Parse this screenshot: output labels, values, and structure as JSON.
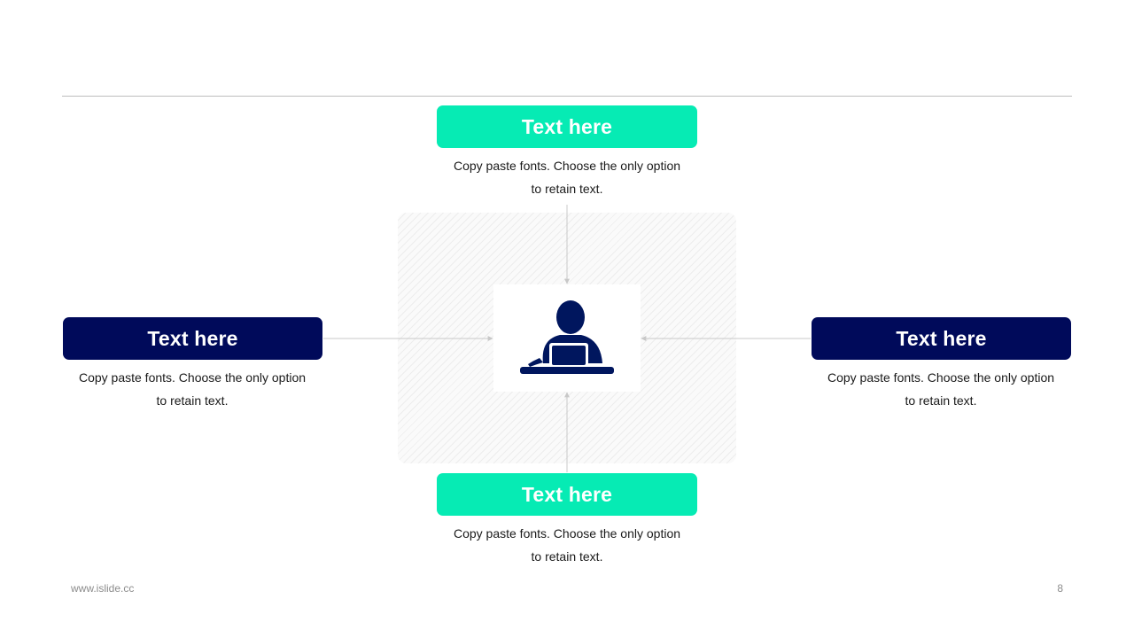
{
  "slide": {
    "footer_url": "www.islide.cc",
    "page_number": "8"
  },
  "colors": {
    "teal": "#06ebb4",
    "navy": "#000a5a",
    "icon": "#00165e",
    "connector": "#c8c8c8"
  },
  "center": {
    "icon": "person-at-laptop-icon"
  },
  "nodes": {
    "top": {
      "title": "Text here",
      "line1": "Copy paste fonts. Choose the only option",
      "line2": "to retain text."
    },
    "left": {
      "title": "Text here",
      "line1": "Copy paste fonts. Choose the only option",
      "line2": "to retain text."
    },
    "right": {
      "title": "Text here",
      "line1": "Copy paste fonts. Choose the only option",
      "line2": "to retain text."
    },
    "bottom": {
      "title": "Text here",
      "line1": "Copy paste fonts. Choose the only option",
      "line2": "to retain text."
    }
  }
}
